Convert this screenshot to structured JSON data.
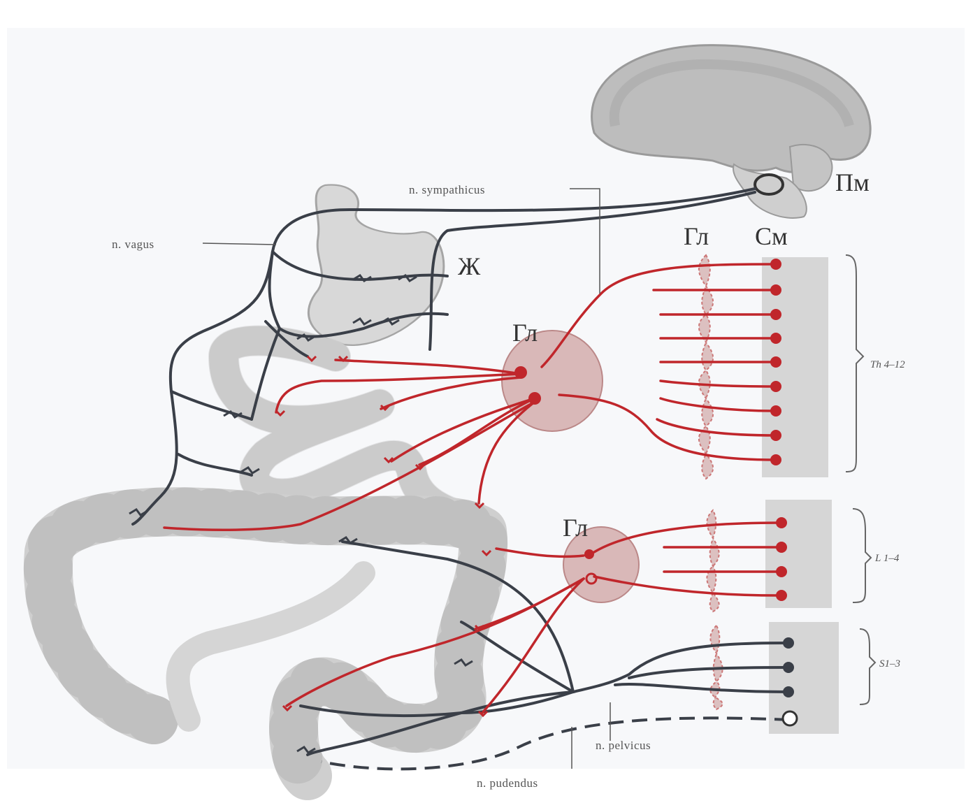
{
  "diagram": {
    "labels": {
      "brain_region": "Пм",
      "stomach": "Ж",
      "ganglion": "Гл",
      "spinal_cord": "См",
      "vagus": "n. vagus",
      "sympathicus": "n. sympathicus",
      "pelvicus": "n. pelvicus",
      "pudendus": "n. pudendus",
      "seg_thoracic": "Th 4–12",
      "seg_lumbar": "L 1–4",
      "seg_sacral": "S1–3"
    },
    "colors": {
      "sympathetic": "#c0262b",
      "parasympathetic": "#3a3f48",
      "organ_fill": "#dcdcdc",
      "ganglion_fill": "#d9b8b8",
      "spinal_fill": "#d6d6d6"
    }
  }
}
